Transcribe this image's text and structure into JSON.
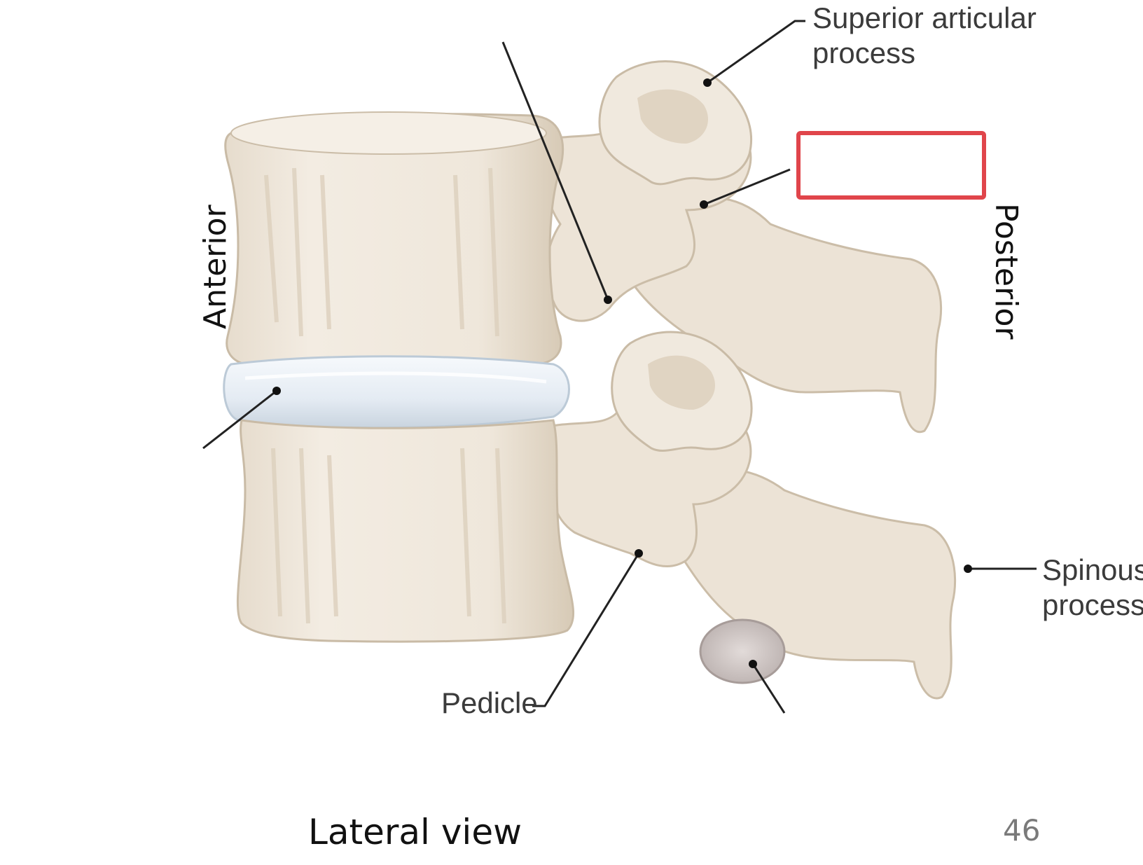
{
  "labels": {
    "superior_articular_process": [
      "Superior articular",
      "process"
    ],
    "spinous_process": [
      "Spinous",
      "process"
    ],
    "pedicle": "Pedicle",
    "anterior": "Anterior",
    "posterior": "Posterior"
  },
  "caption": "Lateral view",
  "page_number": "46",
  "answer_box": {
    "text": "",
    "border_color": "#e0454b"
  },
  "colors": {
    "bone_light": "#efe7db",
    "bone_mid": "#e3d8c8",
    "bone_shadow": "#c9bba6",
    "disc": "#e7edf4",
    "disc_shadow": "#c7d2dd",
    "facet": "#cfc6c4"
  }
}
